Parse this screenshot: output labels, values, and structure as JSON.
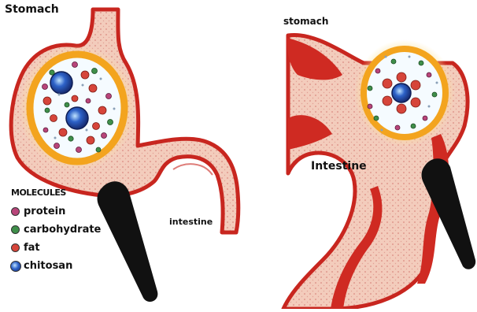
{
  "labels": {
    "stomach_left": "Stomach",
    "stomach_right": "stomach",
    "intestine_left": "intestine",
    "intestine_right": "Intestine"
  },
  "legend": {
    "title": "MOLECULES",
    "items": [
      {
        "label": "protein",
        "color": "#b8457a"
      },
      {
        "label": "carbohydrate",
        "color": "#3f8f4a"
      },
      {
        "label": "fat",
        "color": "#d6453a"
      },
      {
        "label": "chitosan",
        "color": "#1f3f9a"
      }
    ]
  },
  "colors": {
    "tissue": "#f2c7b6",
    "tissue_dots": "#d98a80",
    "wall": "#c8261f",
    "capsule_ring": "#f3a41e",
    "capsule_glow": "#fbd26a",
    "probe": "#111111"
  }
}
